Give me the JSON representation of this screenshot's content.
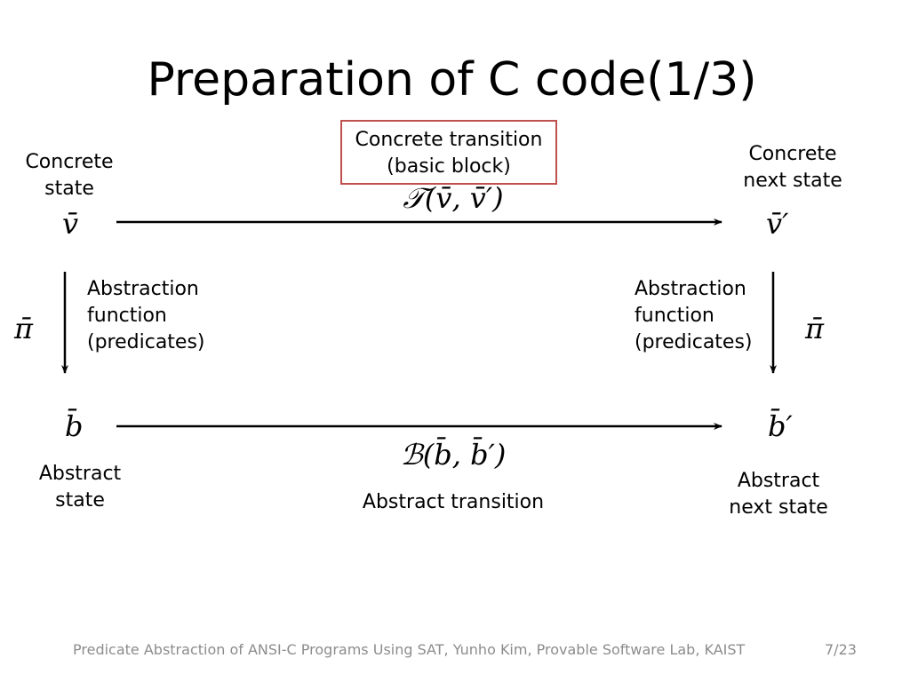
{
  "slide": {
    "title": "Preparation of C code(1/3)",
    "footer": "Predicate Abstraction of ANSI-C Programs Using SAT, Yunho Kim, Provable Software Lab, KAIST",
    "page_number": "7/23"
  },
  "diagram": {
    "concrete_state": {
      "line1": "Concrete",
      "line2": "state",
      "symbol": "v̄"
    },
    "concrete_next_state": {
      "line1": "Concrete",
      "line2": "next state",
      "symbol": "v̄′"
    },
    "abstract_state": {
      "line1": "Abstract",
      "line2": "state",
      "symbol": "b̄"
    },
    "abstract_next_state": {
      "line1": "Abstract",
      "line2": "next state",
      "symbol": "b̄′"
    },
    "concrete_transition": {
      "line1": "Concrete transition",
      "line2": "(basic block)",
      "formula": "𝒯(v̄, v̄′)"
    },
    "abstract_transition": {
      "label": "Abstract transition",
      "formula": "ℬ(b̄, b̄′)"
    },
    "abstraction_left": {
      "line1": "Abstraction",
      "line2": "function",
      "line3": "(predicates)",
      "symbol": "π̄"
    },
    "abstraction_right": {
      "line1": "Abstraction",
      "line2": "function",
      "line3": "(predicates)",
      "symbol": "π̄"
    },
    "colors": {
      "box_border": "#c0504d",
      "footer_text": "#8c8c8c"
    }
  }
}
